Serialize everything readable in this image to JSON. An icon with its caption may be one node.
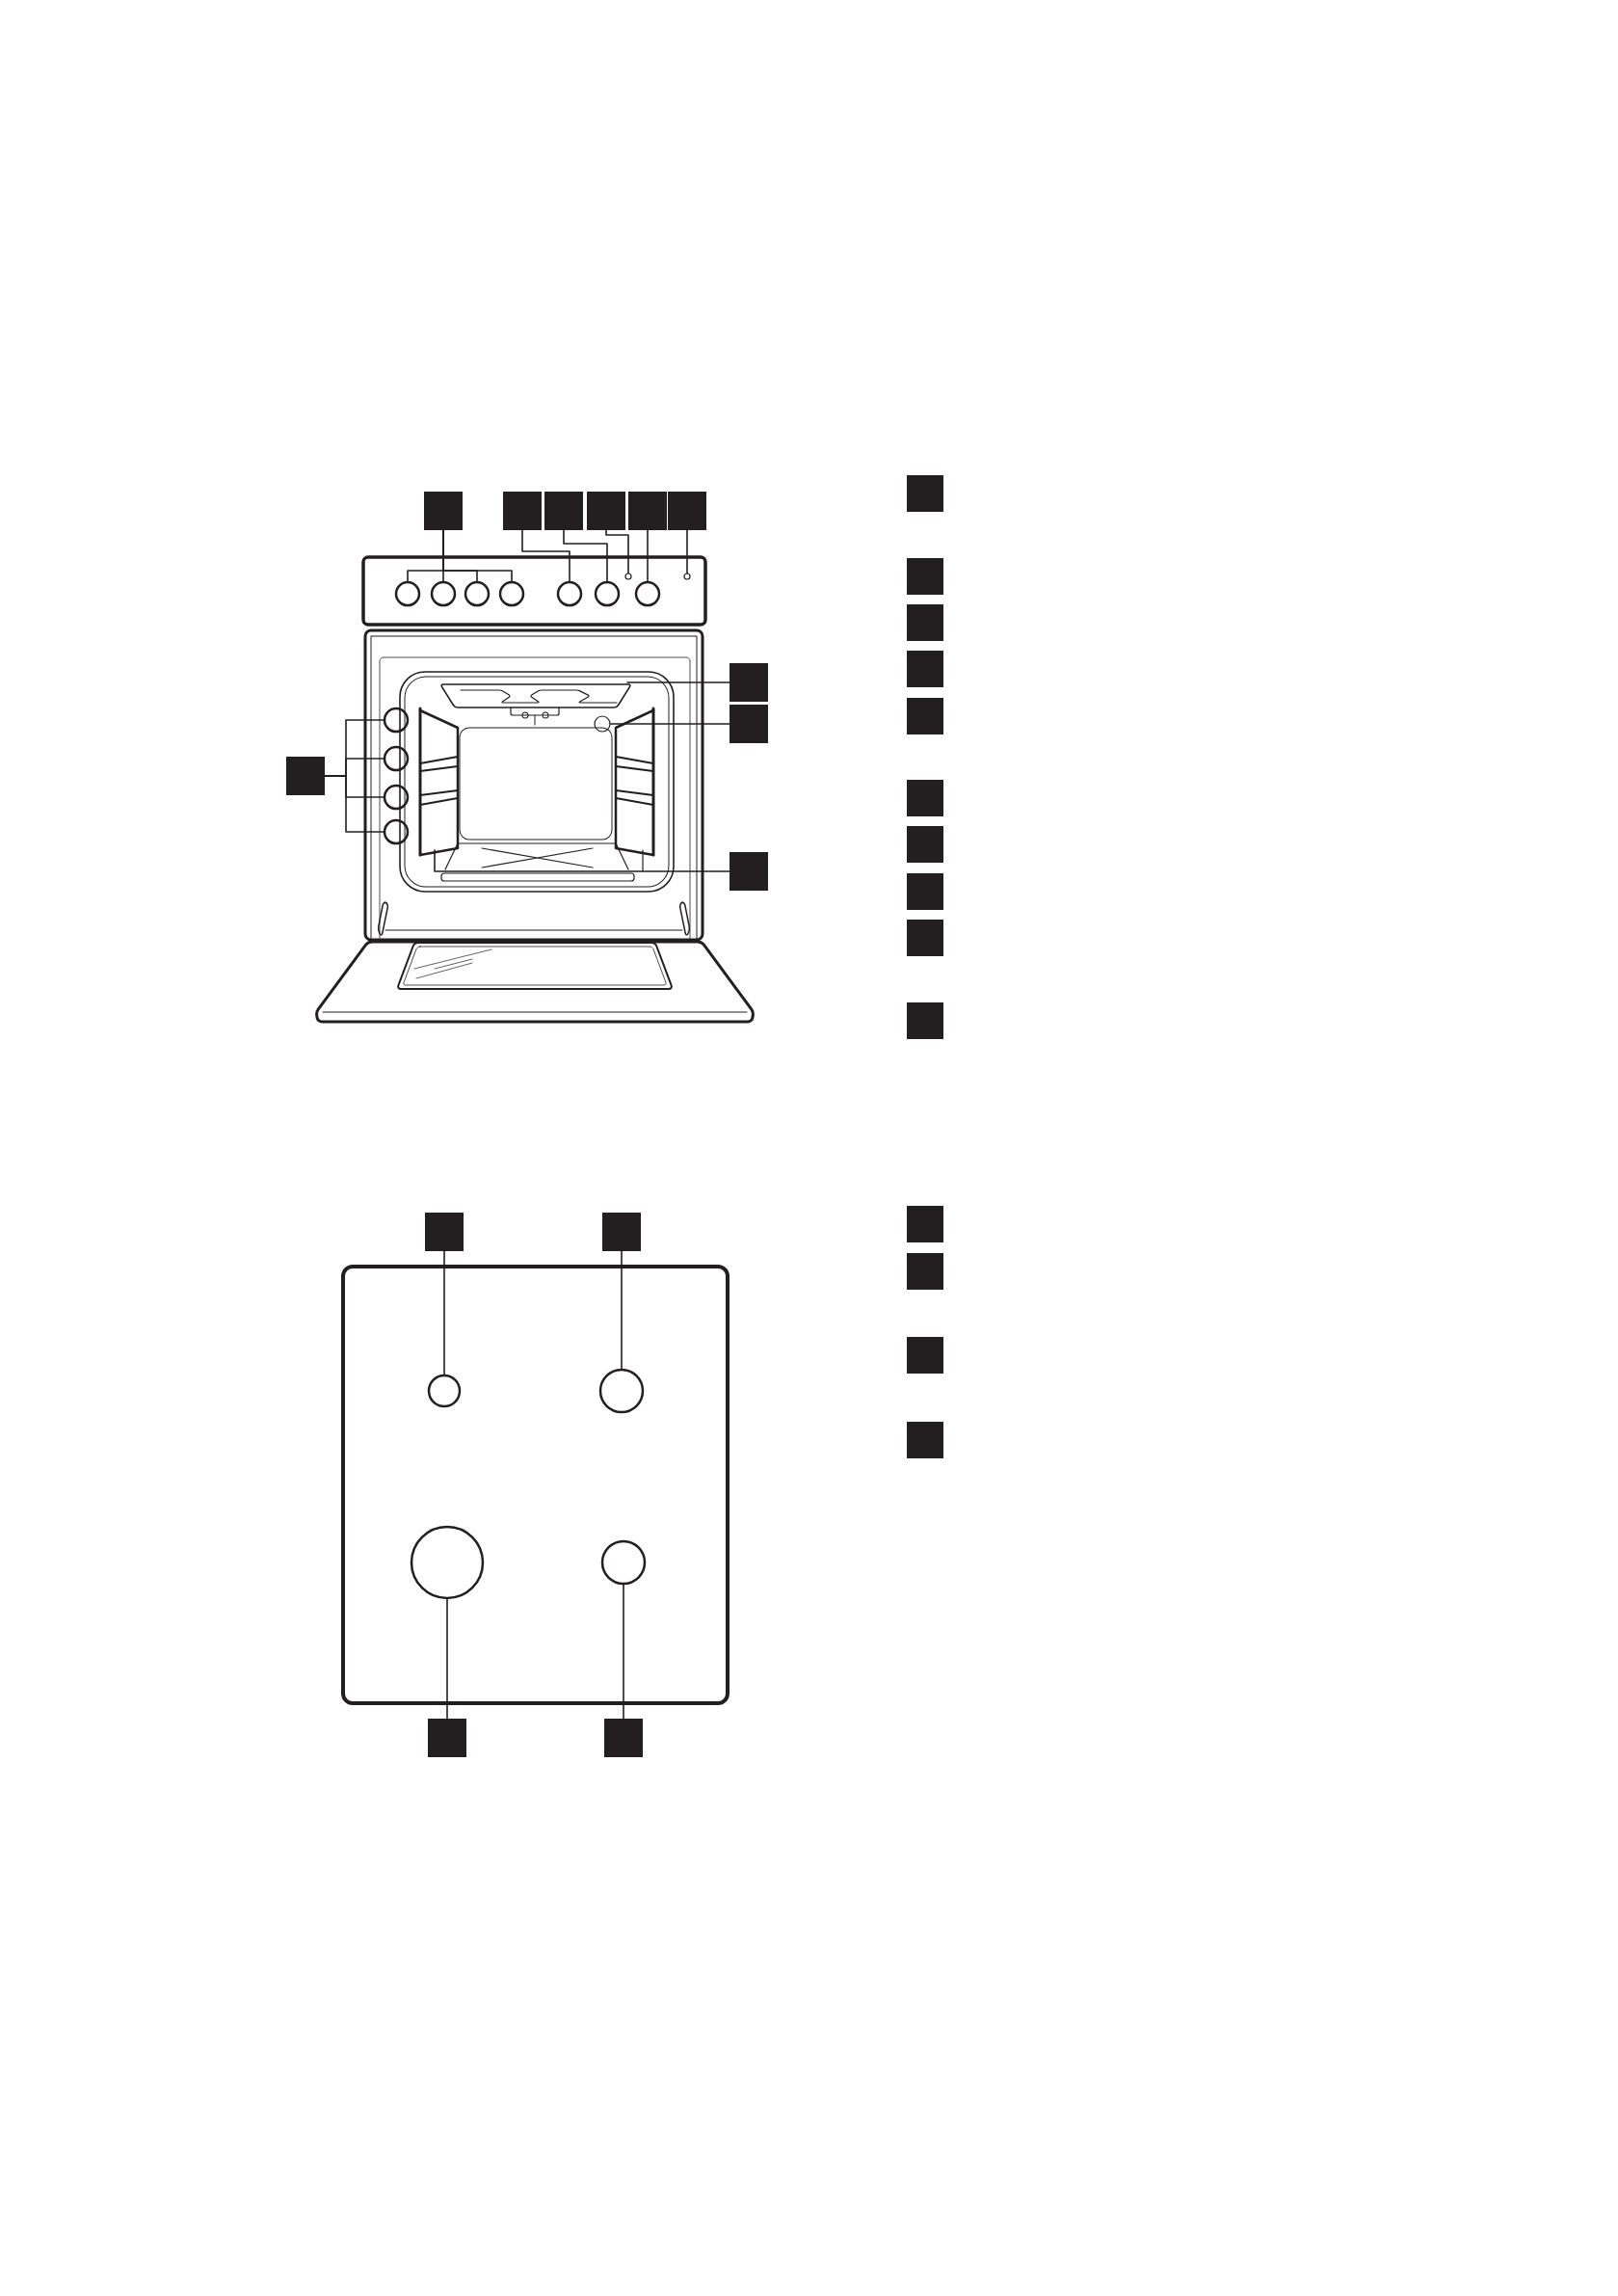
{
  "diagram": {
    "nodes": [
      {
        "text": [],
        "shape": "box"
      },
      {
        "text": [],
        "shape": "box"
      },
      {
        "text": [],
        "shape": "box"
      },
      {
        "text": [],
        "shape": "box"
      },
      {
        "text": [],
        "shape": "box"
      },
      {
        "text": [],
        "shape": "box"
      },
      {
        "text": [],
        "shape": "circle"
      },
      {
        "text": [],
        "shape": "circle"
      },
      {
        "text": [],
        "shape": "circle"
      },
      {
        "text": [],
        "shape": "circle"
      },
      {
        "text": [],
        "shape": "circle"
      },
      {
        "text": [],
        "shape": "circle"
      },
      {
        "text": [],
        "shape": "circle"
      },
      {
        "text": [],
        "shape": "circle"
      },
      {
        "text": [],
        "shape": "circle"
      },
      {
        "text": [],
        "shape": "box"
      },
      {
        "text": [],
        "shape": "box"
      },
      {
        "text": [],
        "shape": "box"
      },
      {
        "text": [],
        "shape": "circle"
      },
      {
        "text": [],
        "shape": "circle"
      },
      {
        "text": [],
        "shape": "circle"
      },
      {
        "text": [],
        "shape": "circle"
      },
      {
        "text": [],
        "shape": "box"
      },
      {
        "text": [],
        "shape": "box"
      },
      {
        "text": [],
        "shape": "box"
      },
      {
        "text": [],
        "shape": "box"
      },
      {
        "text": [],
        "shape": "box"
      },
      {
        "text": [],
        "shape": "box"
      },
      {
        "text": [],
        "shape": "box"
      },
      {
        "text": [],
        "shape": "box"
      },
      {
        "text": [],
        "shape": "box"
      },
      {
        "text": [],
        "shape": "box"
      },
      {
        "text": [],
        "shape": "box"
      },
      {
        "text": [],
        "shape": "box"
      },
      {
        "text": [],
        "shape": "box"
      },
      {
        "text": [],
        "shape": "circle"
      },
      {
        "text": [],
        "shape": "circle"
      },
      {
        "text": [],
        "shape": "circle"
      },
      {
        "text": [],
        "shape": "circle"
      },
      {
        "text": [],
        "shape": "box"
      },
      {
        "text": [],
        "shape": "box"
      },
      {
        "text": [],
        "shape": "box"
      },
      {
        "text": [],
        "shape": "box"
      },
      {
        "text": [],
        "shape": "box"
      },
      {
        "text": [],
        "shape": "box"
      },
      {
        "text": [],
        "shape": "circle"
      }
    ],
    "edges": [
      {
        "from": 0,
        "to": 6,
        "arrow": "none"
      },
      {
        "from": 0,
        "to": 7,
        "arrow": "none"
      },
      {
        "from": 0,
        "to": 8,
        "arrow": "none"
      },
      {
        "from": 0,
        "to": 9,
        "arrow": "none"
      },
      {
        "from": 1,
        "to": 10,
        "arrow": "none"
      },
      {
        "from": 2,
        "to": 11,
        "arrow": "none"
      },
      {
        "from": 3,
        "to": 13,
        "arrow": "none"
      },
      {
        "from": 4,
        "to": 12,
        "arrow": "none"
      },
      {
        "from": 5,
        "to": 14,
        "arrow": "none"
      },
      {
        "from": 15,
        "to": null,
        "arrow": "none"
      },
      {
        "from": 16,
        "to": 45,
        "arrow": "none"
      },
      {
        "from": 17,
        "to": 18,
        "arrow": "none"
      },
      {
        "from": 17,
        "to": 19,
        "arrow": "none"
      },
      {
        "from": 17,
        "to": 20,
        "arrow": "none"
      },
      {
        "from": 17,
        "to": 21,
        "arrow": "none"
      },
      {
        "from": 22,
        "to": null,
        "arrow": "none"
      },
      {
        "from": 33,
        "to": 35,
        "arrow": "none"
      },
      {
        "from": 34,
        "to": 36,
        "arrow": "none"
      },
      {
        "from": 39,
        "to": 37,
        "arrow": "none"
      },
      {
        "from": 40,
        "to": 38,
        "arrow": "none"
      }
    ]
  }
}
